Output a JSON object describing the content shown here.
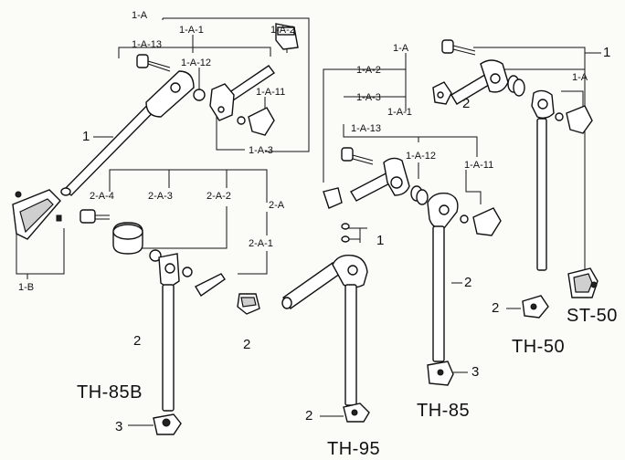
{
  "labels": {
    "a1a_top": "1-A",
    "a1a1_left": "1-A-1",
    "a1a2_left": "1-A-2",
    "a1a13_left": "1-A-13",
    "a1a12_left": "1-A-12",
    "a1a11_left": "1-A-11",
    "a1a3_left": "1-A-3",
    "a1_left": "1",
    "a1b": "1-B",
    "a2a4": "2-A-4",
    "a2a3": "2-A-3",
    "a2a2": "2-A-2",
    "a2a": "2-A",
    "a2a1": "2-A-1",
    "a2_left": "2",
    "a3_left": "3",
    "a2_clamp_left": "2",
    "a1a_mid": "1-A",
    "a1a2_mid": "1-A-2",
    "a1a3_mid": "1-A-3",
    "a2_mid_clamp": "2",
    "a1a1_mid": "1-A-1",
    "a1a13_mid": "1-A-13",
    "a1a12_mid": "1-A-12",
    "a1a11_mid": "1-A-11",
    "a1_mid_screw": "1",
    "a2_th85": "2",
    "a3_th85": "3",
    "a2_th95": "2",
    "a1_right": "1",
    "a1a_right": "1-A",
    "a2_st50": "2"
  },
  "titles": {
    "th85b": "TH-85B",
    "th95": "TH-95",
    "th85": "TH-85",
    "th50": "TH-50",
    "st50": "ST-50"
  }
}
